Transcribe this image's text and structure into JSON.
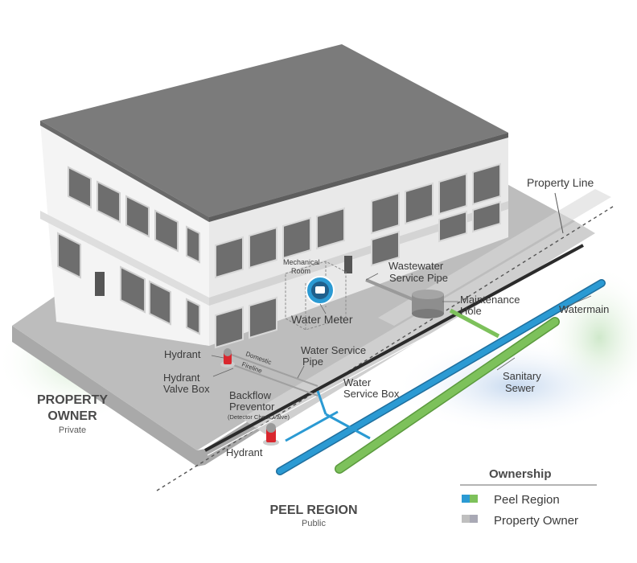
{
  "labels": {
    "property_line": "Property Line",
    "mechanical_room_1": "Mechanical",
    "mechanical_room_2": "Room",
    "water_meter": "Water Meter",
    "wastewater_1": "Wastewater",
    "wastewater_2": "Service Pipe",
    "maintenance_1": "Maintenance",
    "maintenance_2": "Hole",
    "watermain": "Watermain",
    "hydrant_top": "Hydrant",
    "domestic": "Domestic",
    "fireline": "Fireline",
    "water_service_pipe_1": "Water Service",
    "water_service_pipe_2": "Pipe",
    "hydrant_valve_box_1": "Hydrant",
    "hydrant_valve_box_2": "Valve Box",
    "water_service_box_1": "Water",
    "water_service_box_2": "Service Box",
    "backflow_1": "Backflow",
    "backflow_2": "Preventor",
    "backflow_3": "(Detector Check Valve)",
    "sanitary_1": "Sanitary",
    "sanitary_2": "Sewer",
    "hydrant_bottom": "Hydrant"
  },
  "zones": {
    "owner_1": "PROPERTY",
    "owner_2": "OWNER",
    "owner_sub": "Private",
    "region": "PEEL REGION",
    "region_sub": "Public"
  },
  "legend": {
    "title": "Ownership",
    "items": [
      {
        "label": "Peel Region",
        "colors": [
          "#2b9ad3",
          "#7dc15b"
        ]
      },
      {
        "label": "Property Owner",
        "colors": [
          "#bfbfbf",
          "#a9a9b5"
        ]
      }
    ]
  },
  "colors": {
    "roof": "#7b7b7b",
    "wall_light": "#f3f3f3",
    "wall_shade": "#e6e6e6",
    "ground": "#bdbdbd",
    "blue_pipe": "#2b9ad3",
    "green_pipe": "#7dc15b",
    "hydrant": "#d9272e"
  }
}
